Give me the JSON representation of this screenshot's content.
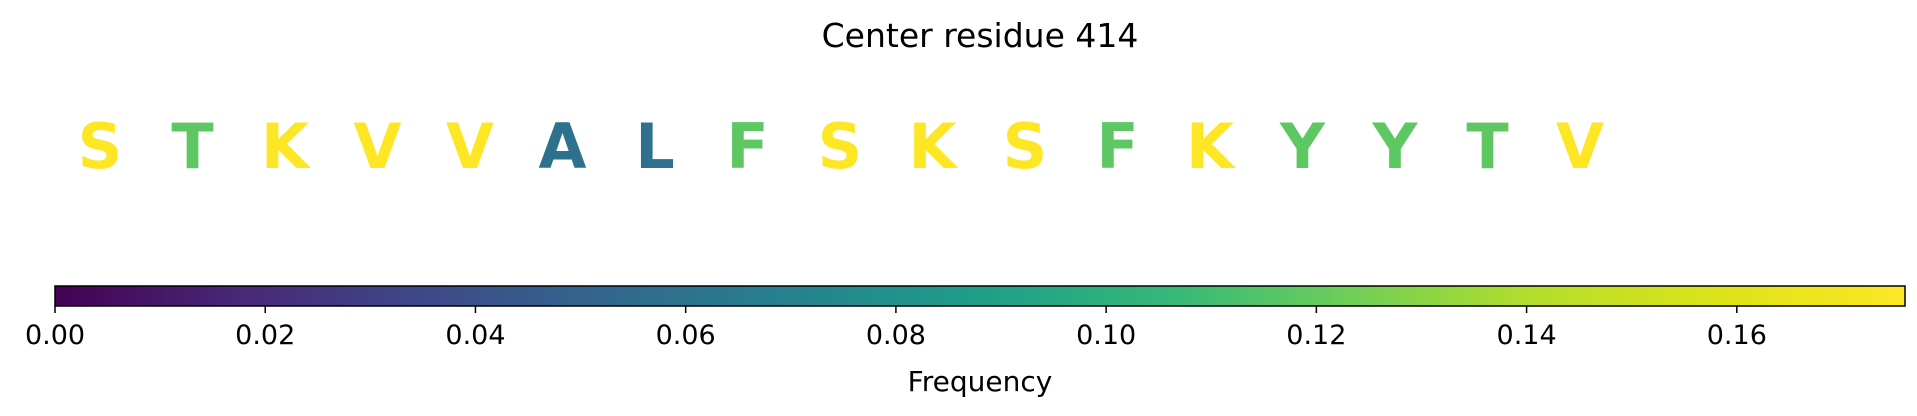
{
  "chart_data": {
    "type": "heatmap",
    "title": "Center residue 414",
    "residues": [
      {
        "letter": "S",
        "frequency": 0.176
      },
      {
        "letter": "T",
        "frequency": 0.118
      },
      {
        "letter": "K",
        "frequency": 0.176
      },
      {
        "letter": "V",
        "frequency": 0.176
      },
      {
        "letter": "V",
        "frequency": 0.176
      },
      {
        "letter": "A",
        "frequency": 0.059
      },
      {
        "letter": "L",
        "frequency": 0.059
      },
      {
        "letter": "F",
        "frequency": 0.118
      },
      {
        "letter": "S",
        "frequency": 0.176
      },
      {
        "letter": "K",
        "frequency": 0.176
      },
      {
        "letter": "S",
        "frequency": 0.176
      },
      {
        "letter": "F",
        "frequency": 0.118
      },
      {
        "letter": "K",
        "frequency": 0.176
      },
      {
        "letter": "Y",
        "frequency": 0.118
      },
      {
        "letter": "Y",
        "frequency": 0.118
      },
      {
        "letter": "T",
        "frequency": 0.118
      },
      {
        "letter": "V",
        "frequency": 0.176
      }
    ],
    "colorbar": {
      "label": "Frequency",
      "range": [
        0,
        0.176
      ],
      "ticks": [
        0.0,
        0.02,
        0.04,
        0.06,
        0.08,
        0.1,
        0.12,
        0.14,
        0.16
      ],
      "tick_labels": [
        "0.00",
        "0.02",
        "0.04",
        "0.06",
        "0.08",
        "0.10",
        "0.12",
        "0.14",
        "0.16"
      ],
      "colormap": "viridis"
    }
  }
}
